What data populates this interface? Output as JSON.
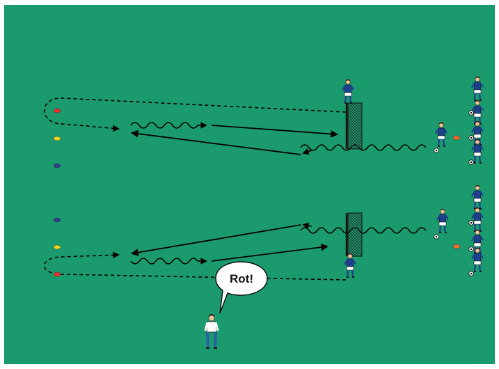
{
  "drill": {
    "coach_callout": "Rot!",
    "colors": {
      "pitch": "#1a9a6d",
      "border": "#ffffff",
      "cone_red": "#e8322a",
      "cone_yellow": "#f3d31c",
      "cone_blue": "#2d3f8c",
      "cone_orange": "#f06a2a",
      "jersey": "#1f3f8f",
      "shorts": "#ffffff",
      "skin": "#f2c29a",
      "coach_shirt": "#ffffff",
      "coach_pants": "#2d5fa8"
    },
    "legend_icons": {
      "pass": "solid-arrow",
      "dribble": "wavy-arrow",
      "run_without_ball": "dashed-arrow"
    }
  }
}
